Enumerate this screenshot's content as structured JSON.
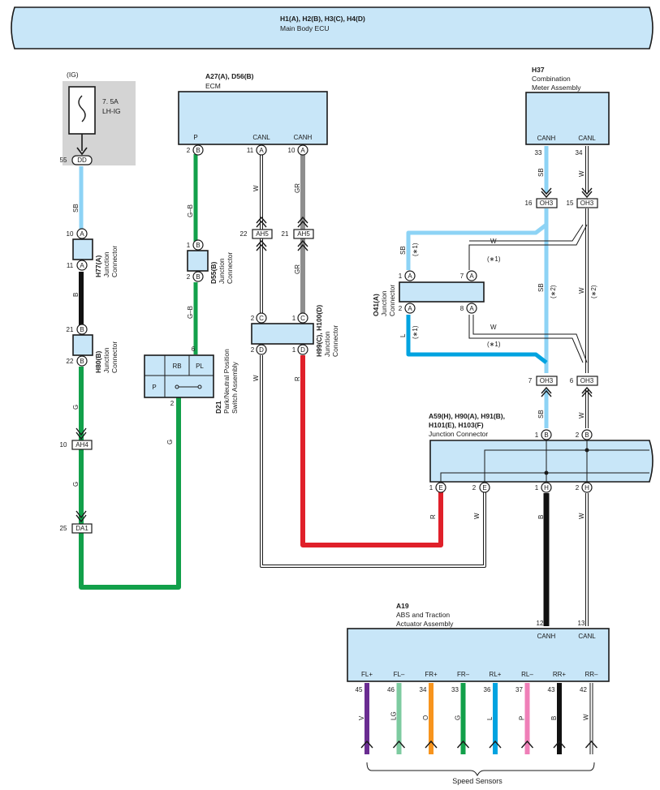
{
  "main_body_ecu": {
    "code": "H1(A), H2(B), H3(C), H4(D)",
    "name": "Main Body ECU"
  },
  "fuse": {
    "ig_label": "(IG)",
    "rating": "7. 5A",
    "name": "LH-IG",
    "pin": "55",
    "connector": "DD"
  },
  "ecm": {
    "code": "A27(A), D56(B)",
    "name": "ECM",
    "pins": {
      "p": "P",
      "canl": "CANL",
      "canh": "CANH"
    },
    "pin_nums": {
      "p": "2",
      "canl": "11",
      "canh": "10"
    },
    "pin_conn": {
      "p": "B",
      "canl": "A",
      "canh": "A"
    }
  },
  "combination_meter": {
    "code": "H37",
    "name_line1": "Combination",
    "name_line2": "Meter Assembly",
    "pins": {
      "canh": "CANH",
      "canl": "CANL"
    },
    "pin_nums": {
      "canh": "33",
      "canl": "34"
    }
  },
  "h77": {
    "code": "H77(A)",
    "line1": "Junction",
    "line2": "Connector",
    "top_pin": "10",
    "bottom_pin": "11",
    "conn": "A"
  },
  "h80": {
    "code": "H80(B)",
    "line1": "Junction",
    "line2": "Connector",
    "top_pin": "21",
    "bottom_pin": "22",
    "conn": "B"
  },
  "d55": {
    "code": "D55(B)",
    "line1": "Junction",
    "line2": "Connector",
    "top_pin": "1",
    "bottom_pin": "2",
    "conn": "B"
  },
  "d21": {
    "code": "D21",
    "line1": "Park/Neutral Position",
    "line2": "Switch Assembly",
    "rb": "RB",
    "pl": "PL",
    "p": "P",
    "pl_pin": "6",
    "p_pin": "2"
  },
  "h99": {
    "code": "H99(C), H100(D)",
    "line1": "Junction",
    "line2": "Connector",
    "top_left_pin": "2",
    "top_right_pin": "1",
    "bottom_left_pin": "2",
    "bottom_right_pin": "1",
    "top_conn": "C",
    "bottom_conn": "D"
  },
  "o41": {
    "code": "O41(A)",
    "line1": "Junction",
    "line2": "Connector",
    "pin1": "1",
    "pin2": "2",
    "pin7": "7",
    "pin8": "8",
    "conn": "A"
  },
  "a59": {
    "code_line1": "A59(H), H90(A), H91(B),",
    "code_line2": "H101(E), H103(F)",
    "name": "Junction Connector",
    "top_pins": [
      "1",
      "2"
    ],
    "top_conn": "B",
    "bottom_pins": [
      "1",
      "2",
      "1",
      "2"
    ],
    "bottom_conns": [
      "E",
      "E",
      "H",
      "H"
    ]
  },
  "abs": {
    "code": "A19",
    "name_line1": "ABS and Traction",
    "name_line2": "Actuator Assembly",
    "can_pins": {
      "canh": "CANH",
      "canl": "CANL"
    },
    "can_pin_nums": {
      "canh": "12",
      "canl": "13"
    },
    "sensor_pins": [
      "FL+",
      "FL–",
      "FR+",
      "FR–",
      "RL+",
      "RL–",
      "RR+",
      "RR–"
    ],
    "sensor_pin_nums": [
      "45",
      "46",
      "34",
      "33",
      "36",
      "37",
      "43",
      "42"
    ],
    "sensor_wire_colors": [
      "V",
      "LG",
      "O",
      "G",
      "L",
      "P",
      "B",
      "W"
    ],
    "sensor_hex": [
      "#6a2c91",
      "#7dcba0",
      "#f7941d",
      "#12a04a",
      "#00a3e0",
      "#ef7fb8",
      "#111111",
      "#ffffff"
    ],
    "caption": "Speed Sensors"
  },
  "connectors": {
    "ah4": {
      "id": "AH4",
      "pin": "10"
    },
    "da1": {
      "id": "DA1",
      "pin": "25"
    },
    "ah5_canl": {
      "id": "AH5",
      "pin": "22"
    },
    "ah5_canh": {
      "id": "AH5",
      "pin": "21"
    },
    "oh3_top_canh": {
      "id": "OH3",
      "pin": "16"
    },
    "oh3_top_canl": {
      "id": "OH3",
      "pin": "15"
    },
    "oh3_bot_canh": {
      "id": "OH3",
      "pin": "7"
    },
    "oh3_bot_canl": {
      "id": "OH3",
      "pin": "6"
    }
  },
  "wire_codes": {
    "sb": "SB",
    "b": "B",
    "g": "G",
    "gb": "G–B",
    "w": "W",
    "gr": "GR",
    "r": "R",
    "l": "L"
  },
  "notes": {
    "star1": "(∗1)",
    "star2": "(∗2)"
  },
  "colors": {
    "body": "#c8e6f8",
    "fuse_bg": "#d4d4d4",
    "sky_blue": "#8dd3f5",
    "blue": "#00a3e0",
    "green": "#12a04a",
    "red": "#e0202a",
    "gray": "#8e8e8e",
    "black": "#111111"
  }
}
